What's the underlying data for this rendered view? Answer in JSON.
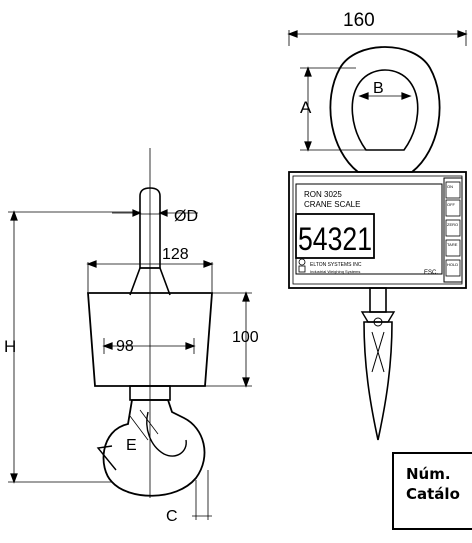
{
  "labels": {
    "dim_160": "160",
    "dim_A": "A",
    "dim_B": "B",
    "dim_D": "ØD",
    "dim_128": "128",
    "dim_98": "98",
    "dim_100": "100",
    "dim_H": "H",
    "dim_E": "E",
    "dim_C": "C"
  },
  "display": {
    "model": "RON 3025",
    "subtitle": "CRANE SCALE",
    "reading": "54321",
    "company": "ELTON SYSTEMS INC",
    "tagline": "Industrial Weighing Systems",
    "esc": "ESC.",
    "buttons": [
      "ON",
      "OFF",
      "ZERO",
      "TARE",
      "HOLD"
    ]
  },
  "catalog": {
    "line1": "Núm.",
    "line2": "Catálo"
  }
}
